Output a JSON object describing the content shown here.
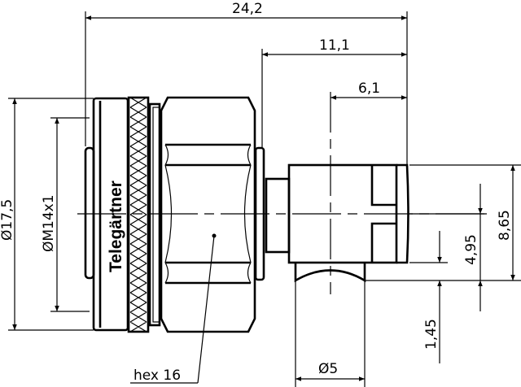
{
  "drawing": {
    "brand": "Telegärtner",
    "dimensions": {
      "overall_length": "24,2",
      "body_to_end": "11,1",
      "cable_axis_to_end": "6,1",
      "outer_diameter": "Ø17,5",
      "thread": "ØM14x1",
      "height_total": "8,65",
      "axis_to_bottom": "4,95",
      "bottom_step": "1,45",
      "cable_diameter": "Ø5",
      "hex": "hex 16"
    },
    "colors": {
      "line": "#000000",
      "background": "#ffffff"
    }
  }
}
